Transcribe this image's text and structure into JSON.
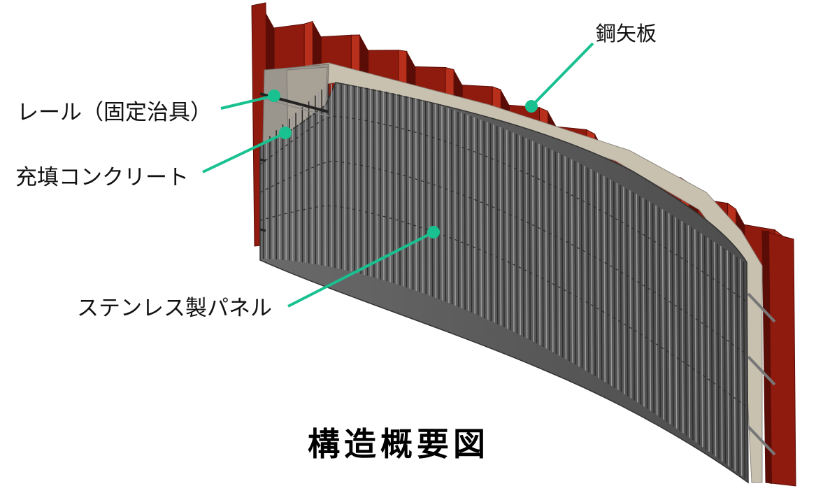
{
  "labels": {
    "sheet_pile": "鋼矢板",
    "rail": "レール（固定治具）",
    "filled_concrete": "充填コンクリート",
    "stainless_panel": "ステンレス製パネル"
  },
  "title": "構造概要図",
  "colors": {
    "sheet_pile": "#8f1a0e",
    "sheet_pile_dark": "#5a0d06",
    "sheet_pile_light": "#b8301c",
    "concrete": "#c9c1b0",
    "concrete_dark": "#8d887f",
    "panel": "#5d5d5d",
    "panel_rib_light": "#9a9a9a",
    "panel_rib_dark": "#2e2e2e",
    "leader": "#18c18f"
  },
  "icons": {
    "leader_dot": "filled-circle"
  }
}
